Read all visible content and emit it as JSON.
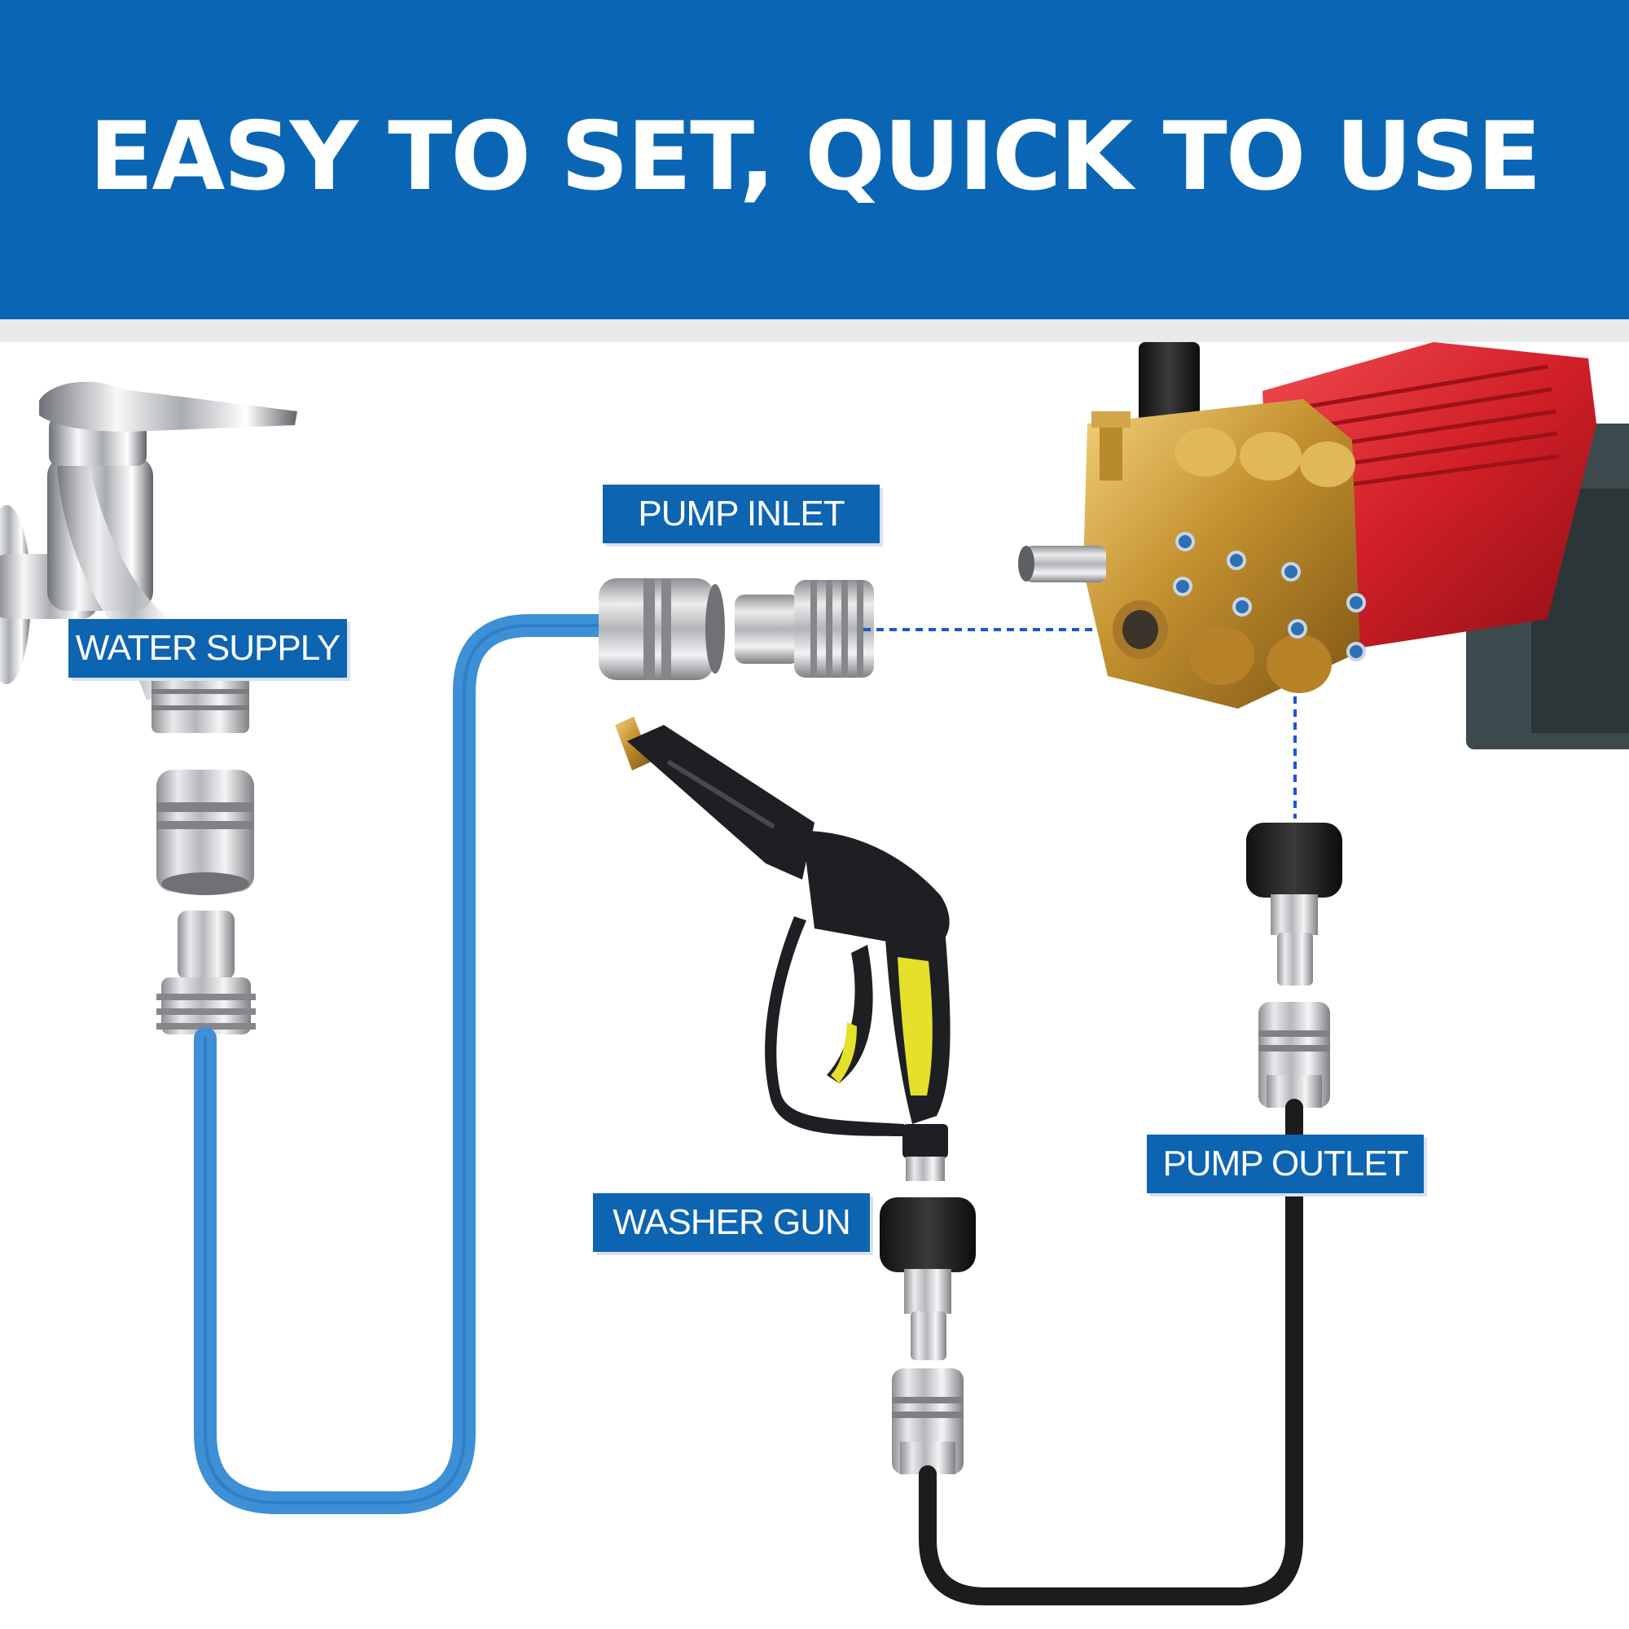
{
  "banner": {
    "title": "EASY TO SET, QUICK TO USE",
    "background": "#0a66b5"
  },
  "labels": {
    "water_supply": "WATER SUPPLY",
    "pump_inlet": "PUMP INLET",
    "washer_gun": "WASHER GUN",
    "pump_outlet": "PUMP OUTLET"
  },
  "colors": {
    "label_bg": "#0d64b1",
    "supply_hose": "#3d8fd6",
    "pressure_hose": "#1c1c1c",
    "dotted_line": "#1a55d6",
    "pump_body": "#d9262c",
    "brass": "#c99a3a",
    "gun_yellow": "#e5e02a"
  },
  "icons": [
    "faucet-icon",
    "quick-connect-coupler-icon",
    "pressure-washer-pump-icon",
    "spray-gun-icon",
    "m22-fitting-icon"
  ]
}
